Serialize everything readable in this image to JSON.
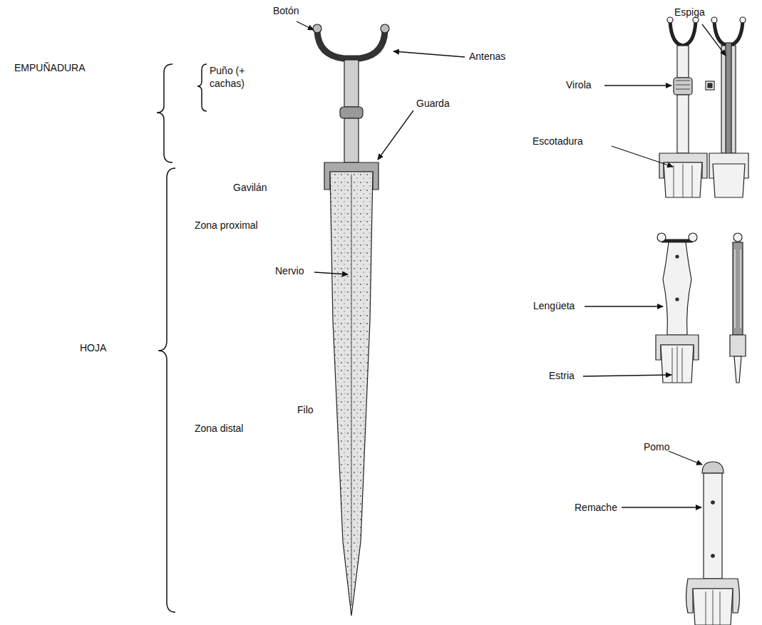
{
  "diagram": {
    "labels": [
      "Botón",
      "Antenas",
      "EMPUÑADURA",
      "Puño (+ cachas)",
      "Guarda",
      "Gavilán",
      "Zona proximal",
      "Nervio",
      "HOJA",
      "Filo",
      "Zona distal",
      "Espiga",
      "Virola",
      "Escotadura",
      "Lengüeta",
      "Estria",
      "Pomo",
      "Remache"
    ]
  }
}
